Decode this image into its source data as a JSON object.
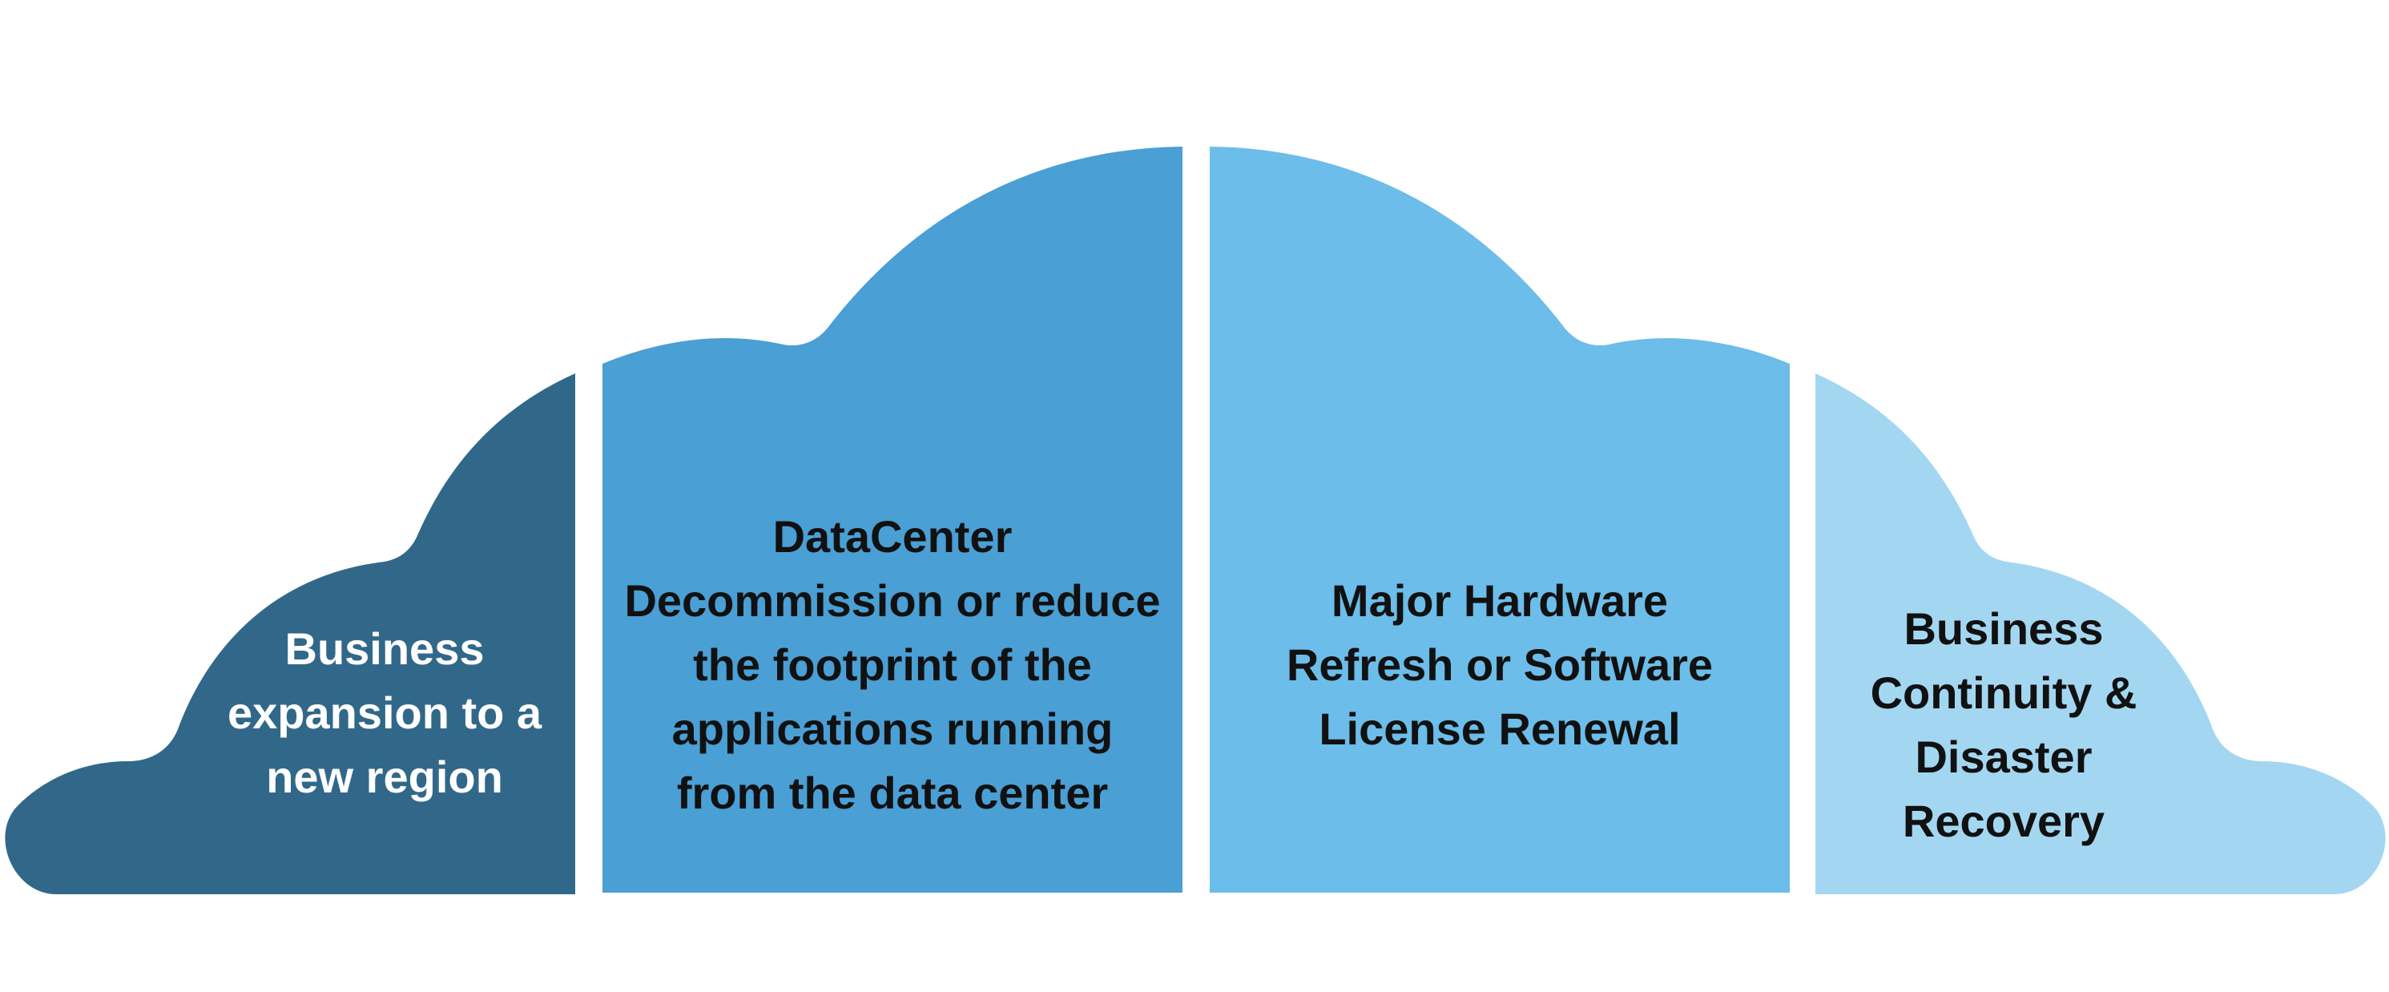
{
  "segments": [
    {
      "id": "segment-1",
      "label": "Business\nexpansion to a\nnew region",
      "fill": "#31688A",
      "text_color": "#FFFFFF"
    },
    {
      "id": "segment-2",
      "label": "DataCenter\nDecommission or reduce\nthe footprint of the\napplications running\nfrom the data center",
      "fill": "#4A9FD4",
      "text_color": "#111111"
    },
    {
      "id": "segment-3",
      "label": "Major Hardware\nRefresh or Software\nLicense Renewal",
      "fill": "#6CBDE9",
      "text_color": "#111111"
    },
    {
      "id": "segment-4",
      "label": "Business\nContinuity &\nDisaster\nRecovery",
      "fill": "#A3D7F1",
      "text_color": "#111111"
    }
  ]
}
